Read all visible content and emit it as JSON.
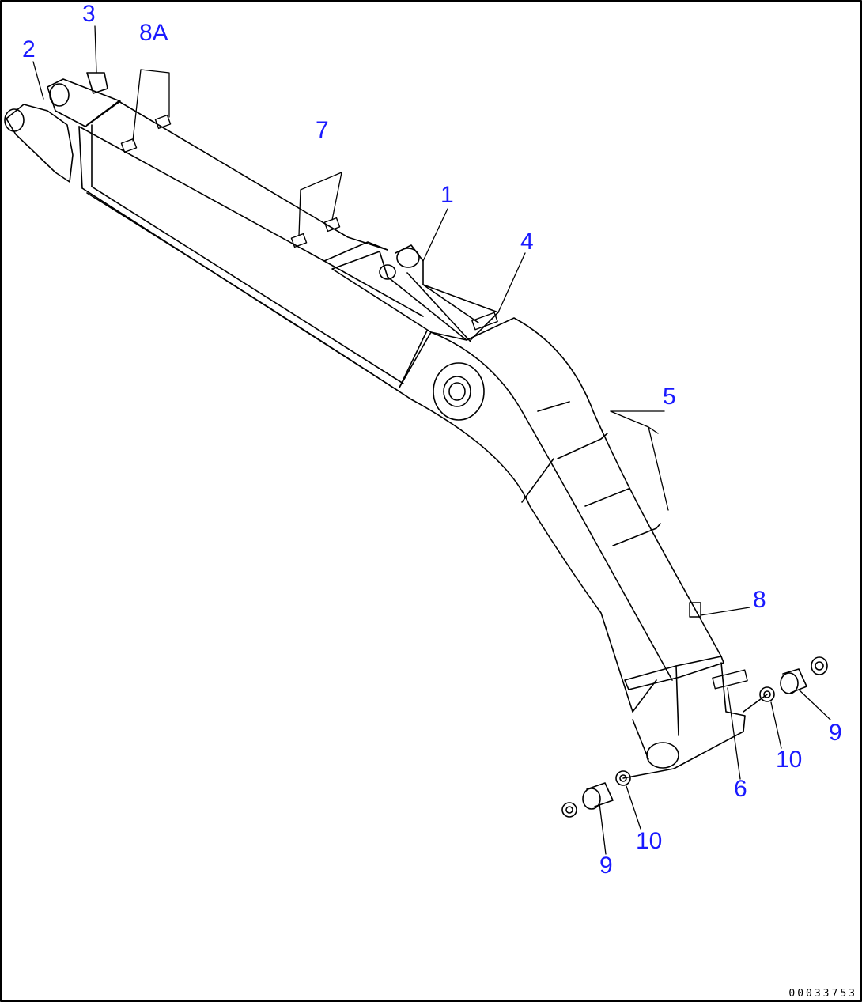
{
  "drawing": {
    "document_number": "00033753",
    "colors": {
      "line": "#000000",
      "callout": "#1a1aff",
      "background": "#ffffff"
    }
  },
  "callouts": [
    {
      "id": "c1",
      "label": "1"
    },
    {
      "id": "c2",
      "label": "2"
    },
    {
      "id": "c3",
      "label": "3"
    },
    {
      "id": "c4",
      "label": "4"
    },
    {
      "id": "c5",
      "label": "5"
    },
    {
      "id": "c6",
      "label": "6"
    },
    {
      "id": "c7",
      "label": "7"
    },
    {
      "id": "c8",
      "label": "8"
    },
    {
      "id": "c8a",
      "label": "8A"
    },
    {
      "id": "c9a",
      "label": "9"
    },
    {
      "id": "c9b",
      "label": "9"
    },
    {
      "id": "c10a",
      "label": "10"
    },
    {
      "id": "c10b",
      "label": "10"
    }
  ]
}
